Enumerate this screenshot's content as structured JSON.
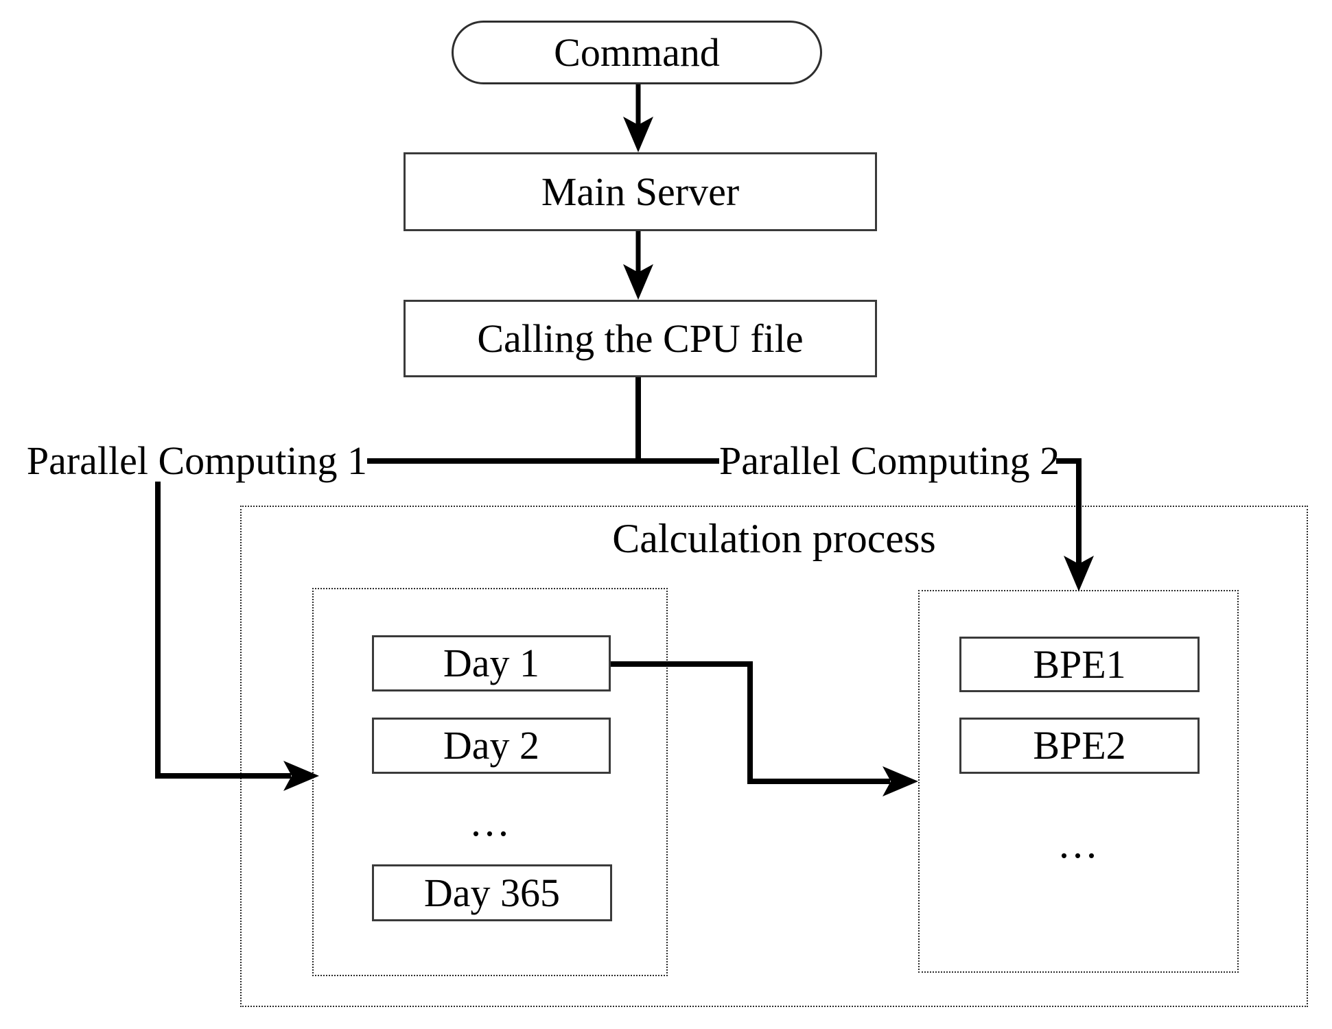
{
  "nodes": {
    "command": "Command",
    "main_server": "Main Server",
    "cpu_file": "Calling the CPU file"
  },
  "branches": {
    "parallel_1": "Parallel Computing 1",
    "parallel_2": "Parallel Computing 2"
  },
  "calculation": {
    "title": "Calculation process",
    "days": [
      "Day 1",
      "Day 2",
      "...",
      "Day 365"
    ],
    "bpes": [
      "BPE1",
      "BPE2",
      "..."
    ]
  },
  "colors": {
    "line": "#000000",
    "box_border": "#3a3a3a",
    "dotted_border": "#2b2b2b",
    "background": "#ffffff",
    "text": "#000000"
  }
}
